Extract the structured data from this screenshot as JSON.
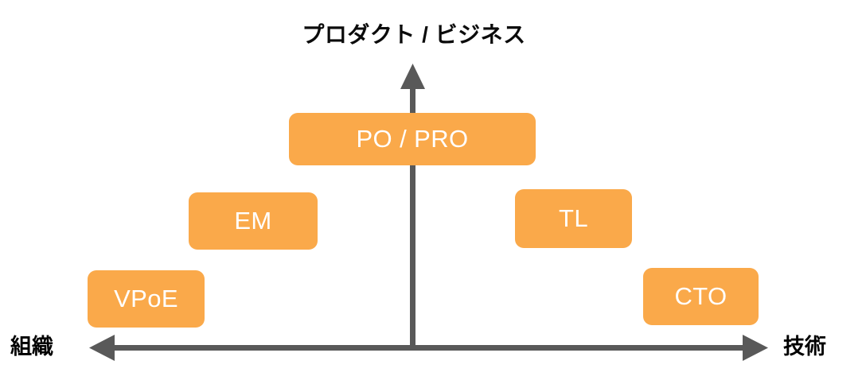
{
  "chart_data": {
    "type": "scatter",
    "title": "プロダクト / ビジネス",
    "xlabel_left": "組織",
    "xlabel_right": "技術",
    "ylabel_top": "プロダクト / ビジネス",
    "grid": false,
    "legend": "none",
    "axis_color": "#595959",
    "box_color": "#faa94a",
    "box_text_color": "#ffffff",
    "x_axis": {
      "left_end_label": "組織",
      "right_end_label": "技術",
      "double_headed": true
    },
    "y_axis": {
      "top_label": "プロダクト / ビジネス",
      "arrow_up": true
    },
    "items": [
      {
        "label": "PO / PRO",
        "x_rel": 0.5,
        "y_rel": 0.88,
        "name": "po-pro"
      },
      {
        "label": "EM",
        "x_rel": 0.3,
        "y_rel": 0.58,
        "name": "em"
      },
      {
        "label": "TL",
        "x_rel": 0.69,
        "y_rel": 0.58,
        "name": "tl"
      },
      {
        "label": "VPoE",
        "x_rel": 0.17,
        "y_rel": 0.28,
        "name": "vpoe"
      },
      {
        "label": "CTO",
        "x_rel": 0.83,
        "y_rel": 0.29,
        "name": "cto"
      }
    ]
  },
  "title": {
    "text": "プロダクト / ビジネス"
  },
  "axes": {
    "left_label": "組織",
    "right_label": "技術",
    "vertical_arrow_name": "up-arrow-icon",
    "horizontal_arrow_name": "double-arrow-icon"
  },
  "boxes": {
    "po": {
      "label": "PO / PRO"
    },
    "em": {
      "label": "EM"
    },
    "tl": {
      "label": "TL"
    },
    "vpoe": {
      "label": "VPoE"
    },
    "cto": {
      "label": "CTO"
    }
  }
}
